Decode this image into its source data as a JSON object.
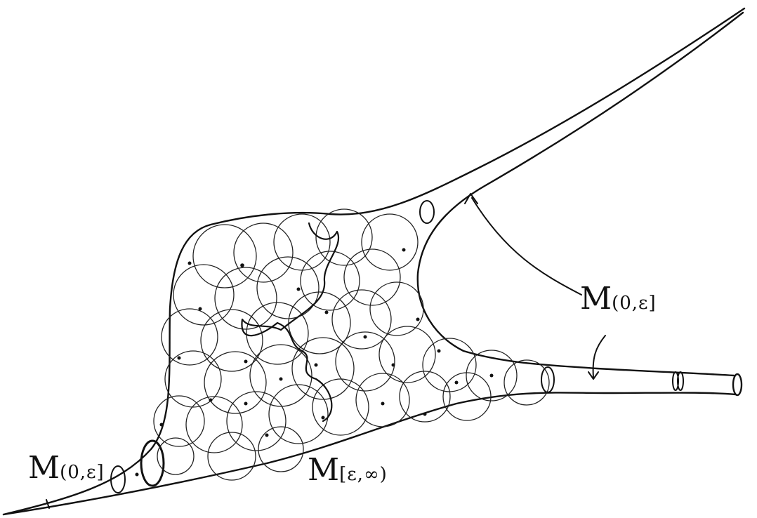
{
  "labels": {
    "thin_part_right": {
      "letter": "M",
      "subscript": "(0,ε]"
    },
    "thin_part_left": {
      "letter": "M",
      "subscript": "(0,ε]"
    },
    "thick_part": {
      "letter": "M",
      "subscript": "[ε,∞)"
    }
  }
}
